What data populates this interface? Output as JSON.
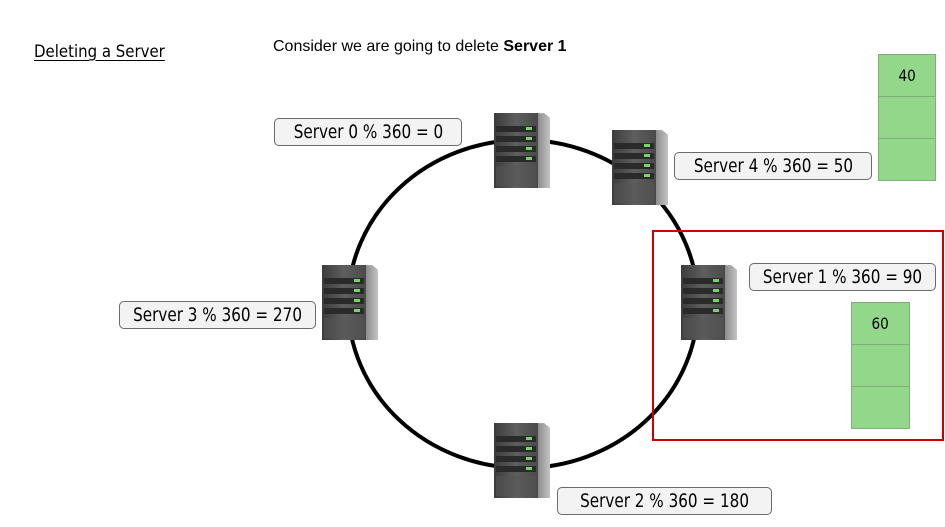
{
  "heading": "Deleting a Server",
  "intro": {
    "text": "Consider we are going to delete ",
    "bold": "Server 1"
  },
  "servers": {
    "s0": {
      "label": "Server 0 % 360 = 0"
    },
    "s1": {
      "label": "Server 1 % 360 = 90"
    },
    "s2": {
      "label": "Server 2 % 360 = 180"
    },
    "s3": {
      "label": "Server 3 % 360 = 270"
    },
    "s4": {
      "label": "Server 4 % 360 = 50"
    }
  },
  "stacks": {
    "a": {
      "cells": [
        "40",
        "",
        ""
      ]
    },
    "b": {
      "cells": [
        "60",
        "",
        ""
      ]
    }
  },
  "colors": {
    "ring": "#000000",
    "highlight": "#cc0000",
    "stack_fill": "#93d88a",
    "server_led": "#7ad36a"
  },
  "icons": [
    "server-rack-icon"
  ]
}
